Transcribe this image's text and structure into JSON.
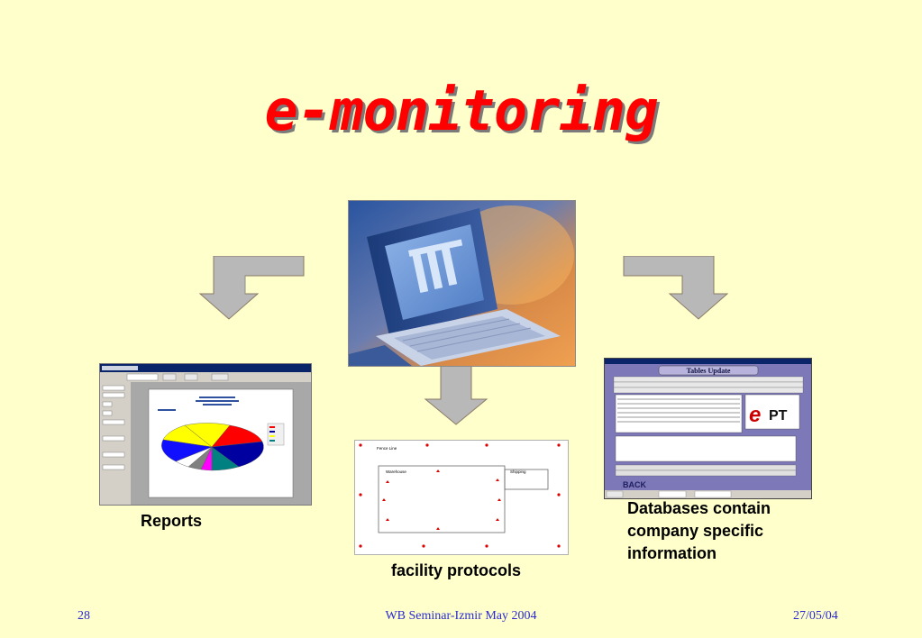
{
  "slide": {
    "title": "e-monitoring",
    "captions": {
      "reports": "Reports",
      "facility": "facility protocols",
      "databases_line1": "Databases contain",
      "databases_line2": "company specific",
      "databases_line3": "information"
    },
    "footer": {
      "page_number": "28",
      "center": "WB Seminar-Izmir May 2004",
      "date": "27/05/04"
    },
    "database_screen": {
      "header": "Tables Update",
      "logo": "PT",
      "back_label": "BACK"
    },
    "facility_diagram": {
      "label_fence": "Fence Line",
      "label_warehouse": "Warehouse",
      "label_shipping": "Shipping"
    }
  },
  "colors": {
    "background": "#ffffcc",
    "title": "#ff0000",
    "footer": "#2b2bd0",
    "arrow": "#b8b8b8"
  }
}
